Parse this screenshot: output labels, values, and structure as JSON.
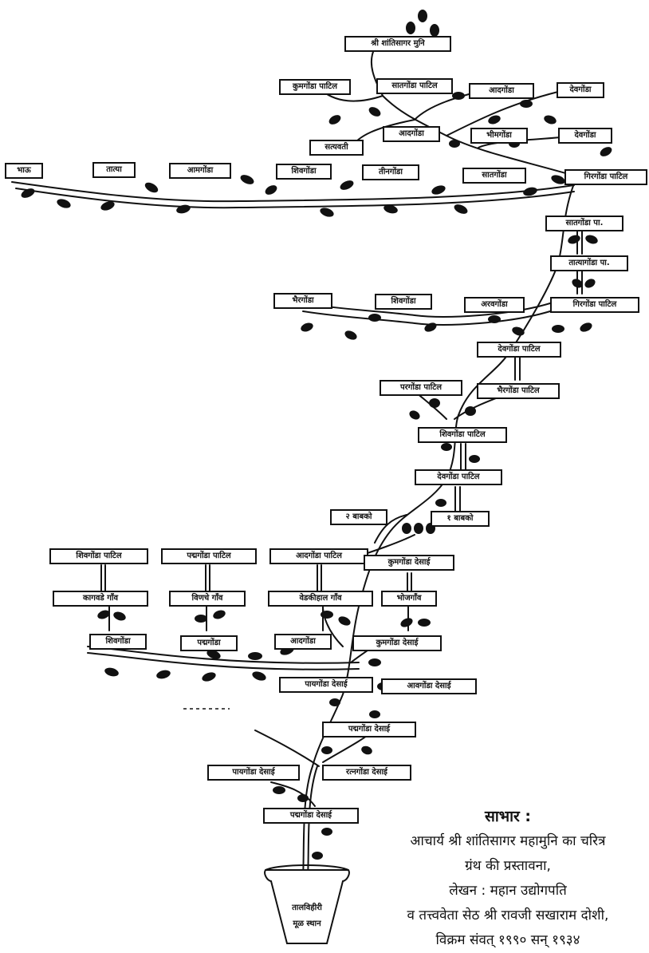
{
  "names": {
    "n01": "श्री शांतिसागर मुनि",
    "n02": "कुमगोंडा पाटिल",
    "n03": "सातगोंडा पाटिल",
    "n04": "आदगोंडा",
    "n05": "देवगोंडा",
    "n06": "सत्यवती",
    "n07": "आदगोंडा",
    "n08": "भीमगोंडा",
    "n09": "देवगोंडा",
    "n10": "भाऊ",
    "n11": "तात्या",
    "n12": "आमगोंडा",
    "n13": "शिवगोंडा",
    "n14": "तीनगोंडा",
    "n15": "सातगोंडा",
    "n16": "गिरगोंडा पाटिल",
    "n17": "सातगोंडा पा.",
    "n18": "तात्यागोंडा पा.",
    "n19": "भैरगोंडा",
    "n20": "शिवगोंडा",
    "n21": "अरवगोंडा",
    "n22": "गिरगोंडा पाटिल",
    "n23": "देवगोंडा पाटिल",
    "n24": "परगोंडा पाटिल",
    "n25": "भैरगोंडा पाटिल",
    "n26": "शिवगोंडा पाटिल",
    "n27": "देवगोंडा पाटिल",
    "n28": "२ बाबको",
    "n29": "१ बाबको",
    "n30": "शिवगोंडा पाटिल",
    "n31": "पद्मगोंडा पाटिल",
    "n32": "आदगोंडा पाटिल",
    "n33": "कुमगोंडा देसाई",
    "n34": "कागवडे गाँव",
    "n35": "विणचे गाँव",
    "n36": "वेडकीहाल गाँव",
    "n37": "भोजगाँव",
    "n38": "शिवगोंडा",
    "n39": "पद्मगोंडा",
    "n40": "आदगोंडा",
    "n41": "कुमगोंडा देसाई",
    "n42": "पायगोंडा देसाई",
    "n43": "आवगोंडा देसाई",
    "n44": "पद्मगोंडा देसाई",
    "n45": "पायगोंडा देसाई",
    "n46": "रत्नगोंडा देसाई",
    "n47": "पद्मगोंडा देसाई"
  },
  "pot": {
    "line1": "तालविहीरी",
    "line2": "मूळ स्थान"
  },
  "credit": {
    "title": "साभार :",
    "line1": "आचार्य श्री शांतिसागर महामुनि का चरित्र",
    "line2": "ग्रंथ की प्रस्तावना,",
    "line3": "लेखन : महान उद्योगपति",
    "line4": "व तत्त्ववेता सेठ श्री रावजी सखाराम दोशी,",
    "line5": "विक्रम संवत् १९९० सन् १९३४"
  },
  "colors": {
    "ink": "#111111",
    "paper": "#ffffff"
  }
}
